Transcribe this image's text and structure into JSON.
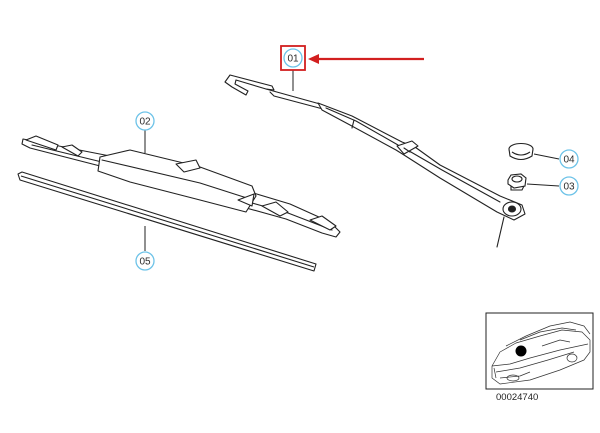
{
  "callouts": {
    "c01": "01",
    "c02": "02",
    "c03": "03",
    "c04": "04",
    "c05": "05"
  },
  "thumbnail": {
    "diagram_number": "00024740"
  },
  "colors": {
    "highlight_red": "#d21f1f",
    "callout_blue": "#6ec3e8",
    "line": "#222222"
  },
  "icons": [
    "wiper-arm",
    "wiper-blade",
    "wiper-blade-refill",
    "nut",
    "cover-cap",
    "car-thumbnail"
  ]
}
